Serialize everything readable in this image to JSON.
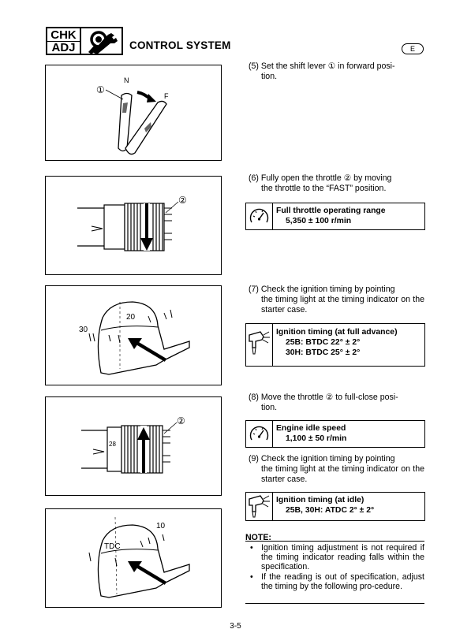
{
  "header": {
    "badge_line1": "CHK",
    "badge_line2": "ADJ",
    "section_icon": "wrench-inspect-icon",
    "title": "CONTROL SYSTEM",
    "language": "E"
  },
  "figures": {
    "fig1": {
      "callout": "①",
      "label_n": "N",
      "label_f": "F"
    },
    "fig2": {
      "callout": "②"
    },
    "fig3": {
      "scale_30": "30",
      "scale_20": "20"
    },
    "fig4": {
      "callout": "②",
      "mark": "28"
    },
    "fig5": {
      "label_tdc": "TDC",
      "scale_10": "10"
    }
  },
  "steps": [
    {
      "num": "(5)",
      "line1": "Set the shift lever ① in forward posi-",
      "rest": "tion."
    },
    {
      "num": "(6)",
      "line1": "Fully open the throttle ② by moving",
      "rest": "the throttle to the “FAST” position."
    },
    {
      "num": "(7)",
      "line1": "Check the ignition timing by pointing",
      "rest": "the timing light at the timing indicator on the starter case."
    },
    {
      "num": "(8)",
      "line1": "Move the throttle ② to full-close posi-",
      "rest": "tion."
    },
    {
      "num": "(9)",
      "line1": "Check the ignition timing by pointing",
      "rest": "the timing light at the timing indicator on the starter case."
    }
  ],
  "specs": {
    "full_throttle": {
      "icon": "tachometer-icon",
      "title": "Full throttle operating range",
      "value": "5,350 ± 100 r/min"
    },
    "timing_full": {
      "icon": "timing-light-icon",
      "title": "Ignition timing (at full advance)",
      "value1": "25B: BTDC 22° ± 2°",
      "value2": "30H: BTDC 25° ± 2°"
    },
    "idle_speed": {
      "icon": "tachometer-icon",
      "title": "Engine idle speed",
      "value": "1,100 ± 50 r/min"
    },
    "timing_idle": {
      "icon": "timing-light-icon",
      "title": "Ignition timing (at idle)",
      "value": "25B, 30H: ATDC 2° ± 2°"
    }
  },
  "note": {
    "title": "NOTE:",
    "items": [
      "Ignition timing adjustment is not required if the timing indicator reading falls within the specification.",
      "If the reading is out of specification, adjust the timing by the following pro-cedure."
    ]
  },
  "page_number": "3-5"
}
